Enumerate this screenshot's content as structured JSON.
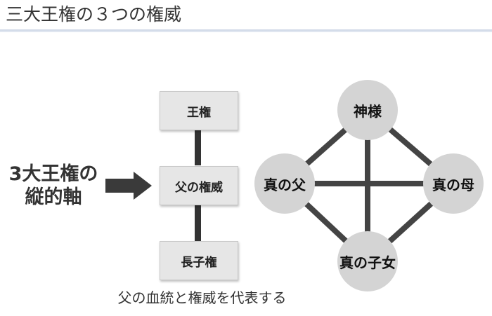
{
  "title": "三大王権の３つの権威",
  "left_label": {
    "line1": "3大王権の",
    "line2": "縦的軸"
  },
  "hierarchy": {
    "top": "王権",
    "middle": "父の権威",
    "bottom": "長子権"
  },
  "caption": "父の血統と権威を代表する",
  "network": {
    "top": "神様",
    "left": "真の父",
    "right": "真の母",
    "bottom": "真の子女"
  },
  "colors": {
    "box": "#e6e6e6",
    "node": "#d4d4d4",
    "line": "#333333",
    "arrow": "#3a3a3a"
  }
}
